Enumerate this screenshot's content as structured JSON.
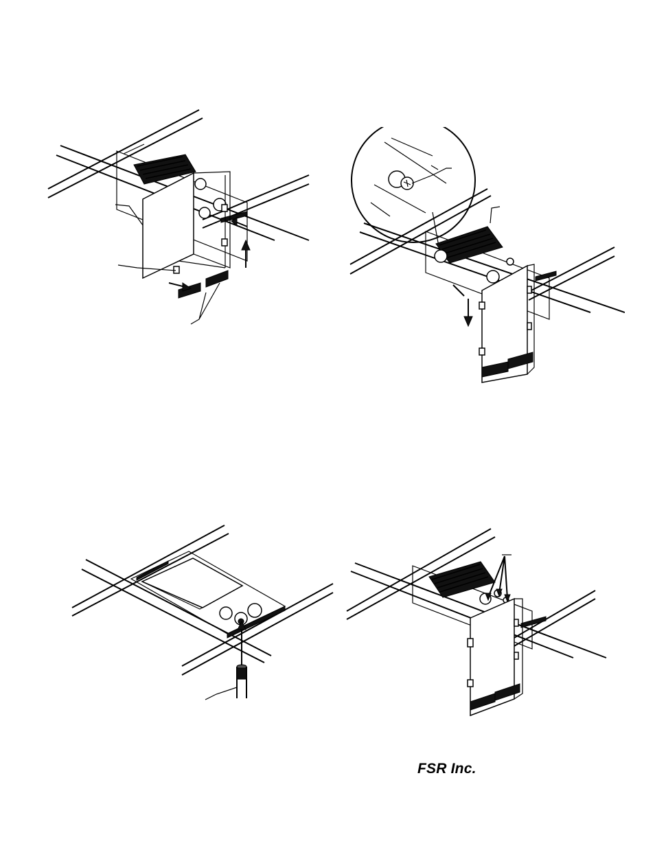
{
  "brand": {
    "text": "FSR Inc."
  },
  "colors": {
    "line": "#000000",
    "background": "#ffffff"
  },
  "figures": [
    {
      "id": "fig-1",
      "description_icon": "cover-installation-icon"
    },
    {
      "id": "fig-2",
      "description_icon": "cover-hinge-detail-icon"
    },
    {
      "id": "fig-3",
      "description_icon": "conduit-entry-icon"
    },
    {
      "id": "fig-4",
      "description_icon": "cover-open-icon"
    }
  ]
}
